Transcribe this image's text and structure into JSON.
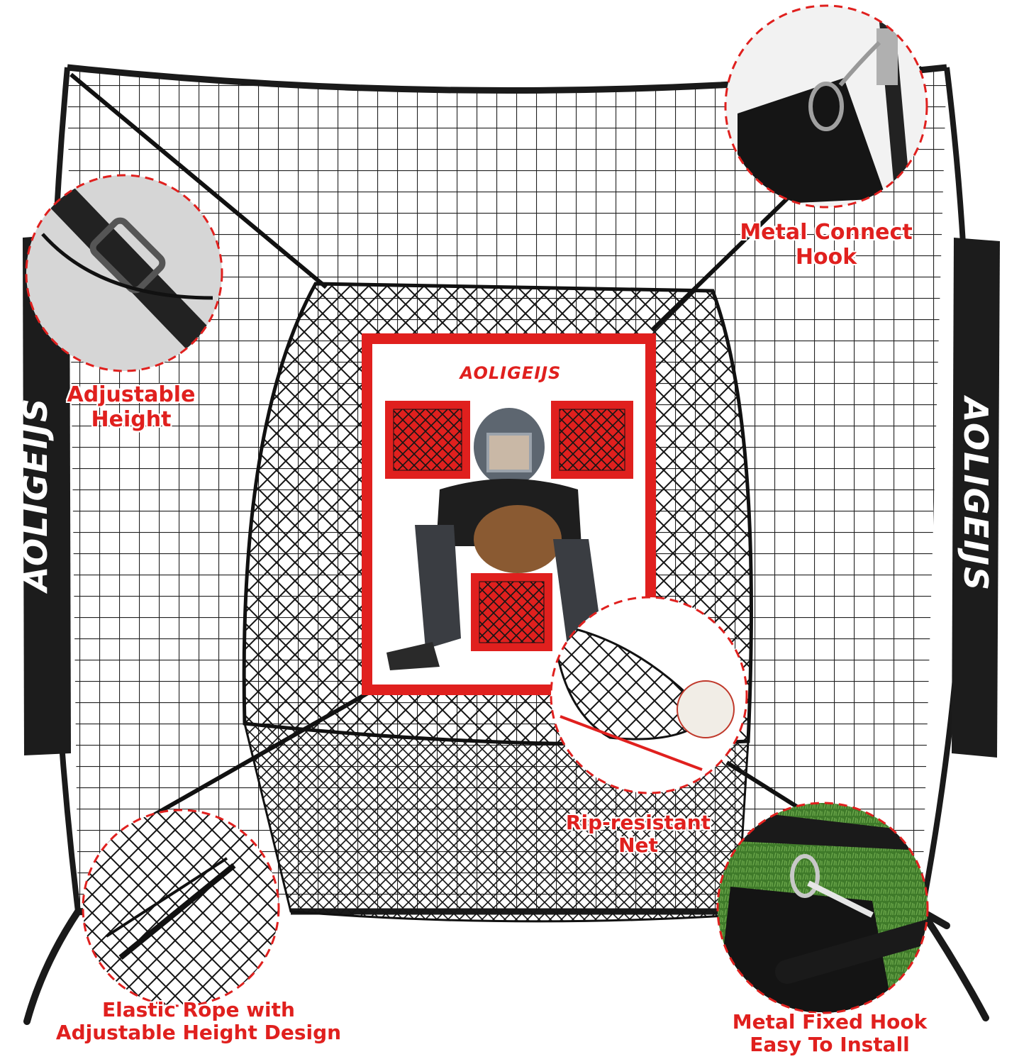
{
  "product": {
    "brand_side_left": "AOLIGEIJS",
    "brand_side_right": "AOLIGEIJS",
    "brand_target": "AOLIGEIJS"
  },
  "callouts": {
    "adjustable_height": {
      "line1": "Adjustable",
      "line2": "Height"
    },
    "metal_connect_hook": {
      "line1": "Metal Connect",
      "line2": "Hook"
    },
    "rip_resistant_net": {
      "line1": "Rip-resistant",
      "line2": "Net"
    },
    "elastic_rope": {
      "line1": "Elastic Rope with",
      "line2": "Adjustable Height Design"
    },
    "metal_fixed_hook": {
      "line1": "Metal Fixed Hook",
      "line2": "Easy To Install"
    }
  },
  "colors": {
    "accent_red": "#e0201e",
    "frame_black": "#1a1a1a",
    "net_black": "#111111",
    "grass_green": "#3f7a2a"
  }
}
